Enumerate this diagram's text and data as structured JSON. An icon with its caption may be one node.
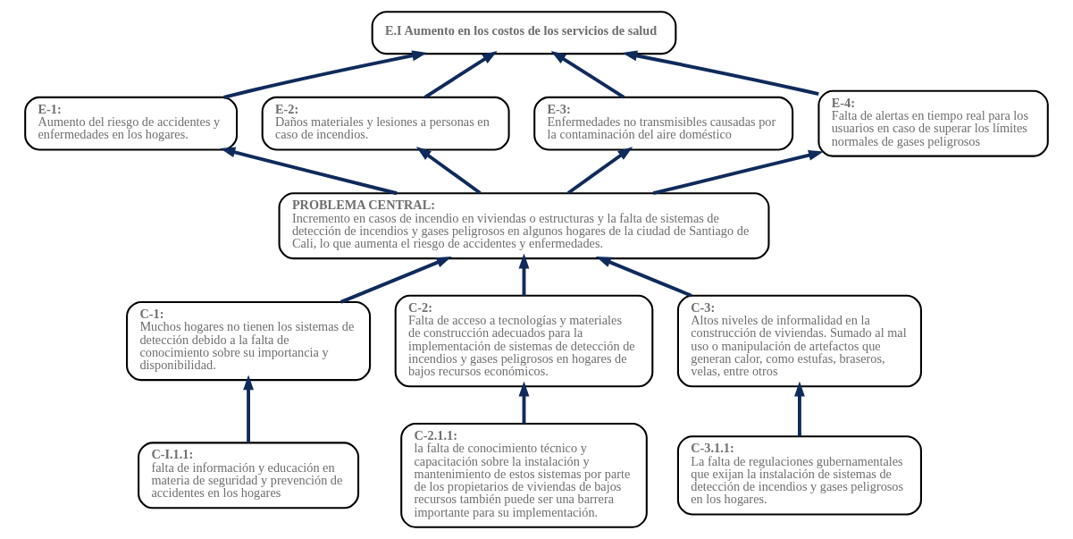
{
  "diagram": {
    "nodes": [
      {
        "text": [
          "E.I Aumento en los costos de los servicios de salud"
        ]
      },
      {
        "text": [
          "E-1:",
          "Aumento del riesgo de accidentes y enfermedades en los hogares."
        ]
      },
      {
        "text": [
          "E-2:",
          "Daños materiales y lesiones a personas en caso de incendios."
        ]
      },
      {
        "text": [
          "E-3:",
          "Enfermedades no transmisibles causadas por la contaminación del aire doméstico"
        ]
      },
      {
        "text": [
          "E-4:",
          "Falta de alertas en tiempo real para los usuarios en caso de superar los límites normales de gases peligrosos"
        ]
      },
      {
        "text": [
          "PROBLEMA CENTRAL:",
          "Incremento en casos de incendio en viviendas o estructuras y la falta de sistemas de detección de incendios y gases peligrosos en algunos hogares de la ciudad de Santiago de Cali, lo que aumenta el riesgo de accidentes y enfermedades."
        ]
      },
      {
        "text": [
          "C-1:",
          "Muchos hogares no tienen los sistemas de detección debido a la falta de conocimiento sobre su importancia y disponibilidad."
        ]
      },
      {
        "text": [
          "C-2:",
          "Falta de acceso a tecnologías y materiales de construcción adecuados para la implementación de sistemas de detección de incendios y gases peligrosos en hogares de bajos recursos económicos."
        ]
      },
      {
        "text": [
          "C-3:",
          "Altos niveles de informalidad en la construcción de viviendas. Sumado al mal uso o manipulación de artefactos que generan calor, como estufas, braseros, velas, entre otros"
        ]
      },
      {
        "text": [
          "C-I.1.1:",
          "falta de información y educación en materia de seguridad y prevención de accidentes en los hogares"
        ]
      },
      {
        "text": [
          "C-2.1.1:",
          "la falta de conocimiento técnico y capacitación sobre la instalación y mantenimiento de estos sistemas por parte de los propietarios de viviendas de bajos recursos también puede ser una barrera importante para su implementación."
        ]
      },
      {
        "text": [
          "C-3.1.1:",
          "La falta de regulaciones gubernamentales que exijan la instalación de sistemas de detección de incendios y gases peligrosos en los hogares."
        ]
      }
    ],
    "edges": [
      {
        "from": 9,
        "to": 6,
        "arrow": "to"
      },
      {
        "from": 10,
        "to": 7,
        "arrow": "to"
      },
      {
        "from": 11,
        "to": 8,
        "arrow": "to"
      },
      {
        "from": 6,
        "to": 5,
        "arrow": "to"
      },
      {
        "from": 7,
        "to": 5,
        "arrow": "to"
      },
      {
        "from": 8,
        "to": 5,
        "arrow": "to"
      },
      {
        "from": 5,
        "to": 1,
        "arrow": "to"
      },
      {
        "from": 5,
        "to": 2,
        "arrow": "to"
      },
      {
        "from": 5,
        "to": 3,
        "arrow": "to"
      },
      {
        "from": 5,
        "to": 4,
        "arrow": "to"
      },
      {
        "from": 1,
        "to": 0,
        "arrow": "to"
      },
      {
        "from": 2,
        "to": 0,
        "arrow": "to"
      },
      {
        "from": 3,
        "to": 0,
        "arrow": "to"
      },
      {
        "from": 4,
        "to": 0,
        "arrow": "to"
      }
    ]
  }
}
